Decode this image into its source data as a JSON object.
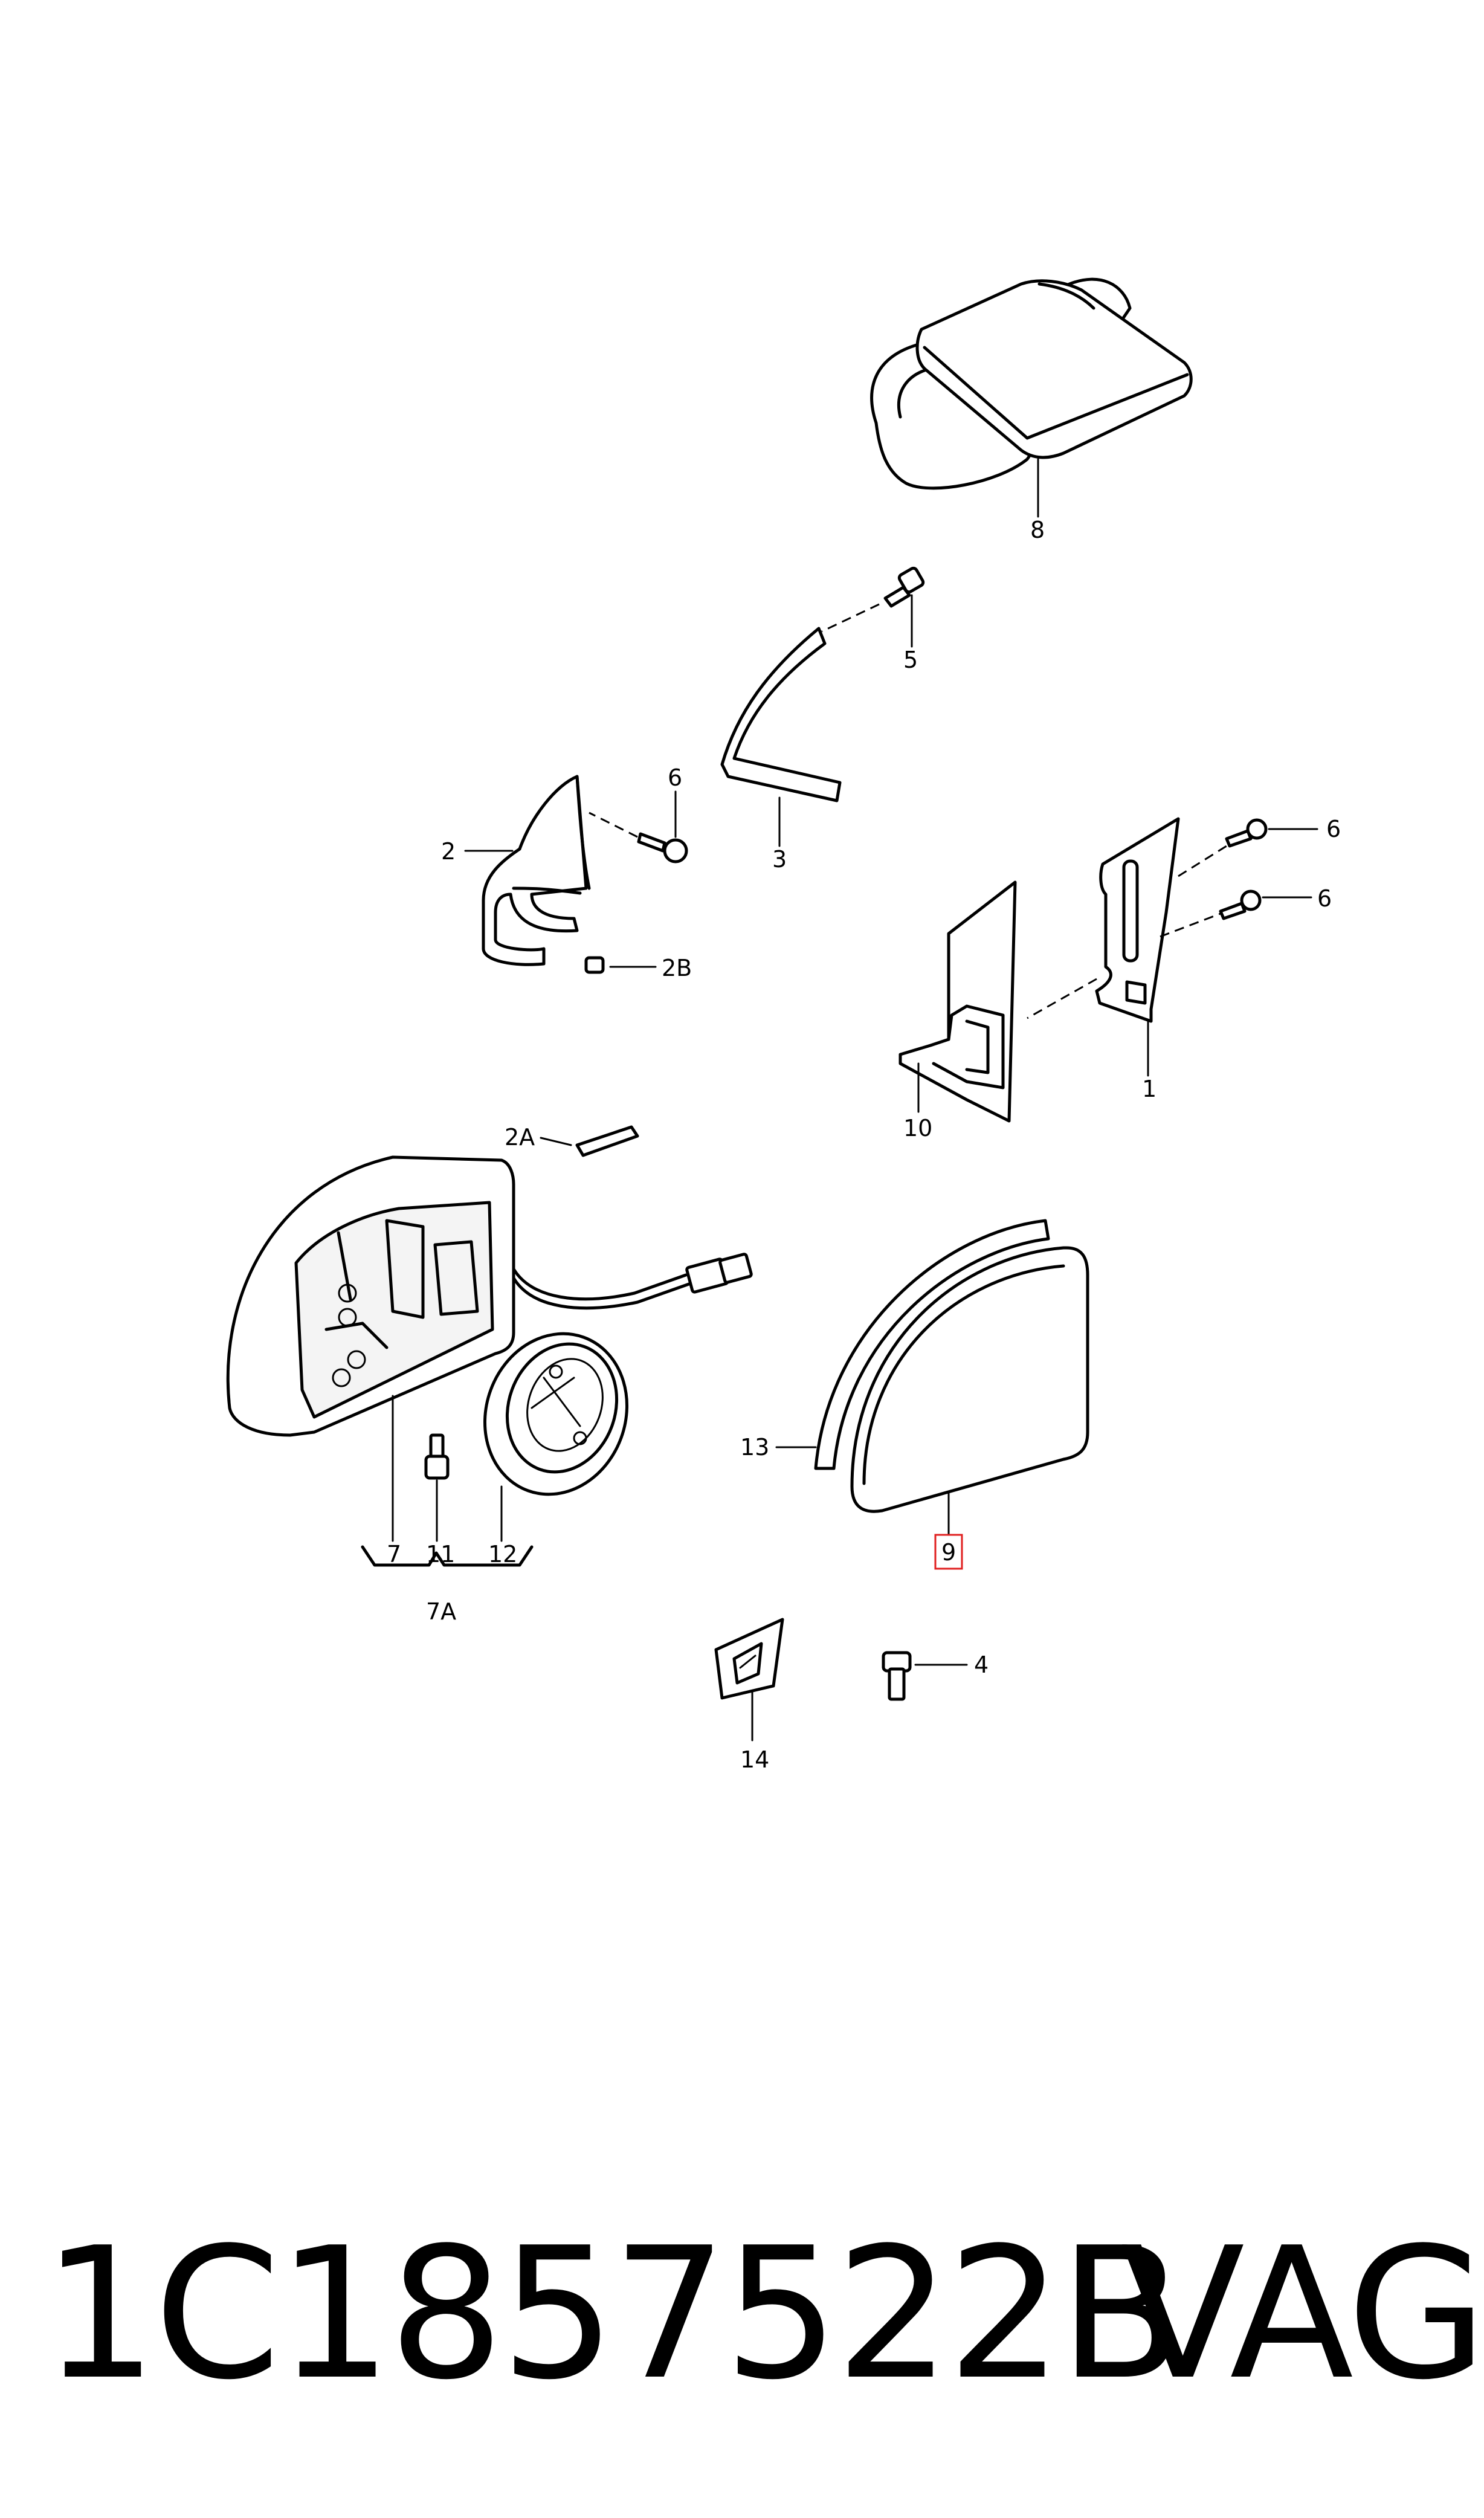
{
  "callouts": {
    "c1": "1",
    "c2": "2",
    "c2a": "2A",
    "c2b": "2B",
    "c3": "3",
    "c4": "4",
    "c5": "5",
    "c6a": "6",
    "c6b": "6",
    "c6c": "6",
    "c7": "7",
    "c7a": "7A",
    "c8": "8",
    "c9": "9",
    "c10": "10",
    "c11": "11",
    "c12": "12",
    "c13": "13",
    "c14": "14"
  },
  "footer": {
    "part_number": "1C1857522B",
    "brand": "VAG"
  },
  "highlight_color": "#e02020"
}
